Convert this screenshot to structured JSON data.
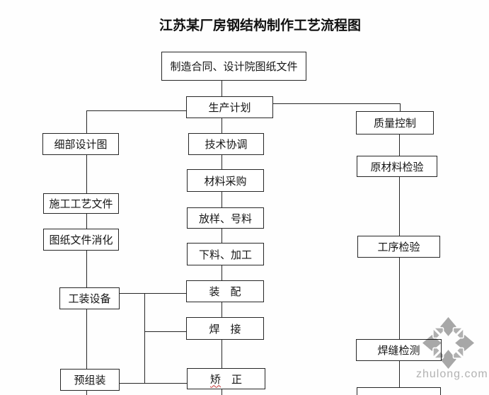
{
  "page": {
    "title": "江苏某厂房钢结构制作工艺流程图"
  },
  "nodes": {
    "source": "制造合同、设计院图纸文件",
    "middle": [
      "生产计划",
      "技术协调",
      "材料采购",
      "放样、号料",
      "下料、加工",
      "装　配",
      "焊　接"
    ],
    "correction": {
      "full": "矫　正",
      "em": "矫",
      "rest": "　正",
      "squiggle_color": "#c43030"
    },
    "left": [
      "细部设计图",
      "施工工艺文件",
      "图纸文件消化",
      "工装设备",
      "预组装"
    ],
    "right": [
      "质量控制",
      "原材料检验",
      "工序检验",
      "焊缝检测",
      ""
    ]
  },
  "watermark": {
    "text": "zhulong.com",
    "logo": "zhulong-diamond-logo",
    "text_color": "#b3b3b3",
    "logo_color": "#a8a8a8"
  },
  "colors": {
    "line": "#262626",
    "background": "#ffffff",
    "text": "#141414"
  }
}
